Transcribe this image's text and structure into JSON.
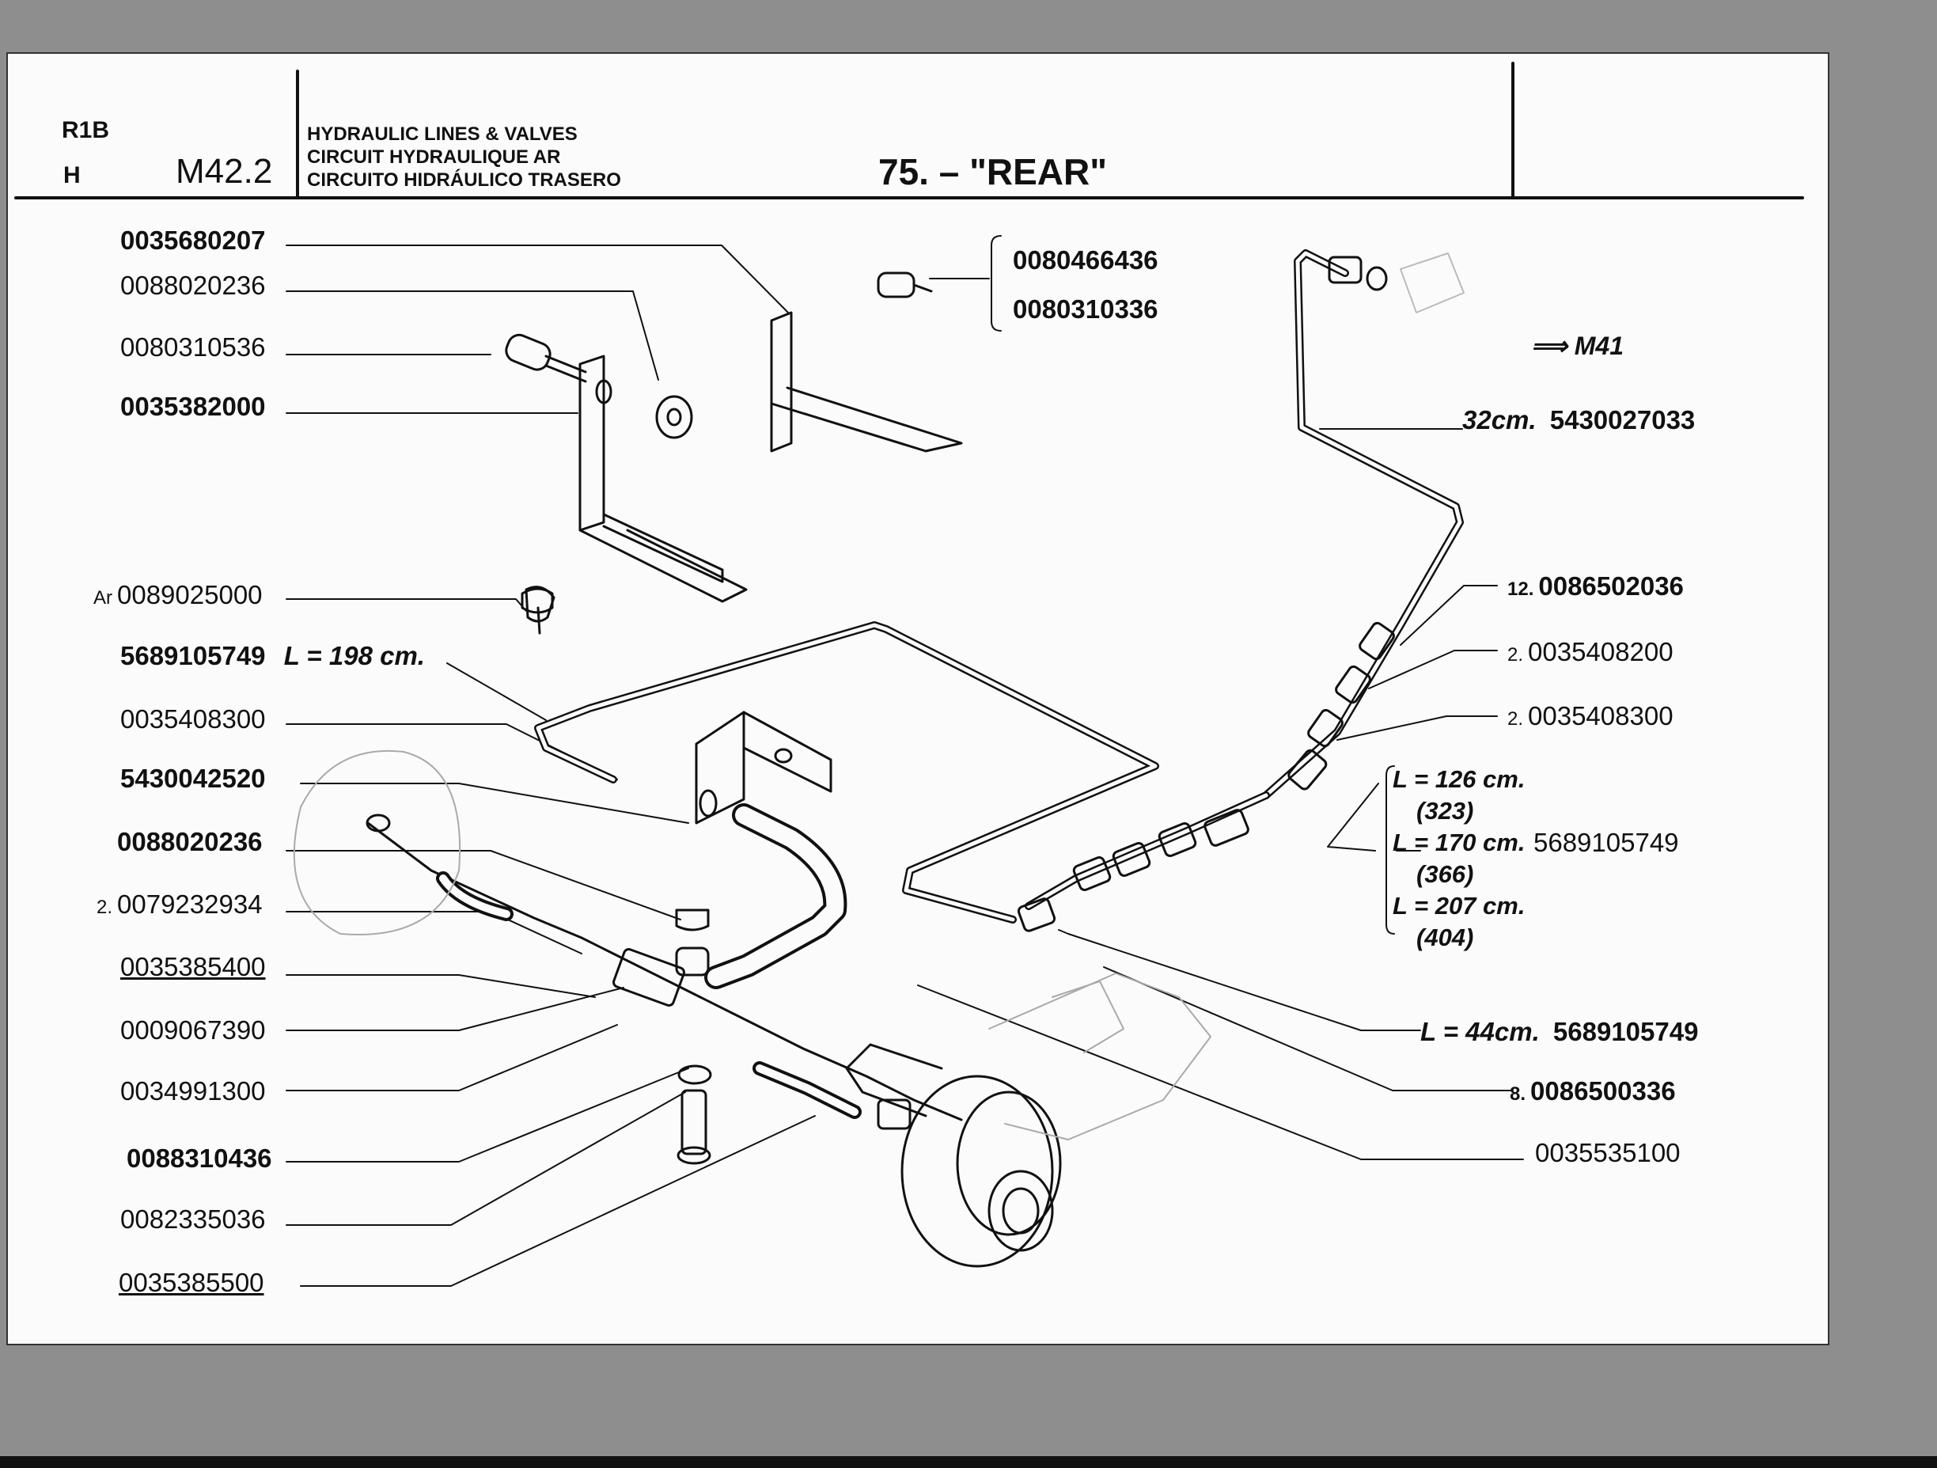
{
  "header": {
    "model": "R1B",
    "variant": "H",
    "page_ref": "M42.2",
    "title_en": "HYDRAULIC LINES & VALVES",
    "title_fr": "CIRCUIT HYDRAULIQUE AR",
    "title_es": "CIRCUITO HIDRÁULICO TRASERO",
    "group": "75. – \"REAR\""
  },
  "cross_ref": {
    "arrow": "⟹",
    "ref": "M41"
  },
  "left_parts": [
    {
      "id": "p1",
      "number": "0035680207"
    },
    {
      "id": "p2",
      "number": "0088020236"
    },
    {
      "id": "p3",
      "number": "0080310536"
    },
    {
      "id": "p4",
      "number": "0035382000"
    },
    {
      "id": "p5",
      "prefix": "Ar",
      "number": "0089025000"
    },
    {
      "id": "p6",
      "number": "5689105749",
      "note": "L = 198 cm."
    },
    {
      "id": "p7",
      "number": "0035408300"
    },
    {
      "id": "p8",
      "number": "5430042520"
    },
    {
      "id": "p9",
      "number": "0088020236"
    },
    {
      "id": "p10",
      "qty": "2.",
      "number": "0079232934"
    },
    {
      "id": "p11",
      "number": "0035385400"
    },
    {
      "id": "p12",
      "number": "0009067390"
    },
    {
      "id": "p13",
      "number": "0034991300"
    },
    {
      "id": "p14",
      "number": "0088310436"
    },
    {
      "id": "p15",
      "number": "0082335036"
    },
    {
      "id": "p16",
      "number": "0035385500"
    }
  ],
  "top_parts": [
    {
      "id": "t1",
      "number": "0080466436"
    },
    {
      "id": "t2",
      "number": "0080310336"
    }
  ],
  "right_parts": [
    {
      "id": "r1",
      "note": "32cm.",
      "number": "5430027033"
    },
    {
      "id": "r2",
      "qty": "12.",
      "number": "0086502036"
    },
    {
      "id": "r3",
      "qty": "2.",
      "number": "0035408200"
    },
    {
      "id": "r4",
      "qty": "2.",
      "number": "0035408300"
    },
    {
      "id": "r5",
      "lengths": [
        {
          "len": "L = 126 cm.",
          "code": "(323)"
        },
        {
          "len": "L = 170 cm.",
          "code": "(366)"
        },
        {
          "len": "L = 207 cm.",
          "code": "(404)"
        }
      ],
      "number": "5689105749"
    },
    {
      "id": "r6",
      "note": "L = 44cm.",
      "number": "5689105749"
    },
    {
      "id": "r7",
      "qty": "8.",
      "number": "0086500336"
    },
    {
      "id": "r8",
      "number": "0035535100"
    }
  ]
}
